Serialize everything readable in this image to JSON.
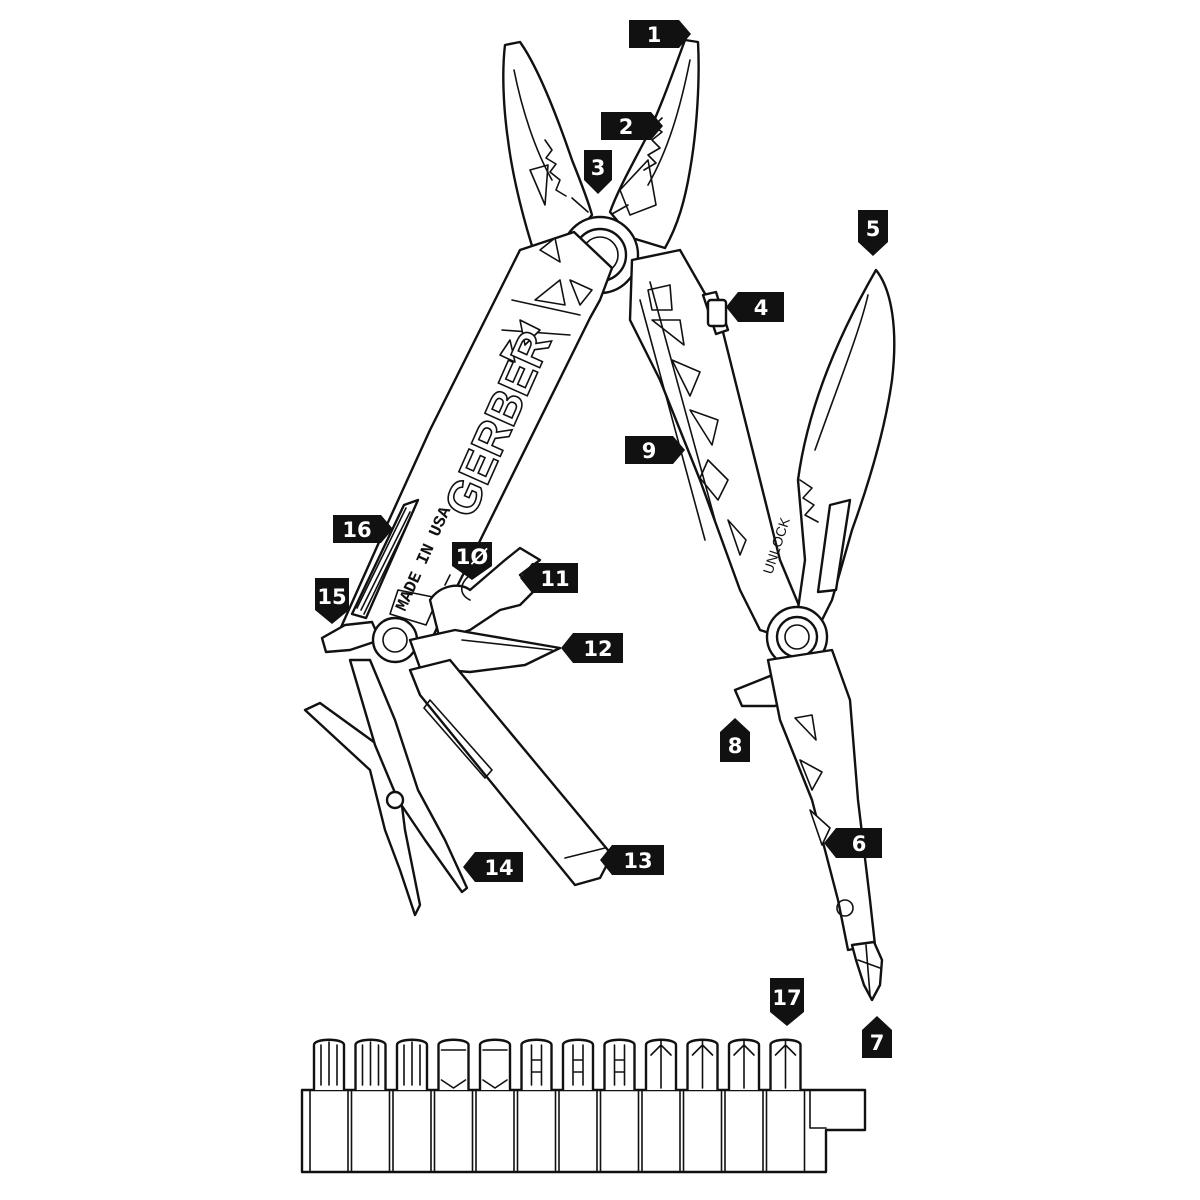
{
  "figure": {
    "handle_brand": "GERBER",
    "handle_stamp": "MADE IN USA",
    "lock_text": "UNLOCK"
  },
  "callouts": [
    {
      "id": "c1",
      "label": "1"
    },
    {
      "id": "c2",
      "label": "2"
    },
    {
      "id": "c3",
      "label": "3"
    },
    {
      "id": "c4",
      "label": "4"
    },
    {
      "id": "c5",
      "label": "5"
    },
    {
      "id": "c6",
      "label": "6"
    },
    {
      "id": "c7",
      "label": "7"
    },
    {
      "id": "c8",
      "label": "8"
    },
    {
      "id": "c9",
      "label": "9"
    },
    {
      "id": "c10",
      "label": "1Ø"
    },
    {
      "id": "c11",
      "label": "11"
    },
    {
      "id": "c12",
      "label": "12"
    },
    {
      "id": "c13",
      "label": "13"
    },
    {
      "id": "c14",
      "label": "14"
    },
    {
      "id": "c15",
      "label": "15"
    },
    {
      "id": "c16",
      "label": "16"
    },
    {
      "id": "c17",
      "label": "17"
    }
  ],
  "bit_set": {
    "count": 12
  }
}
